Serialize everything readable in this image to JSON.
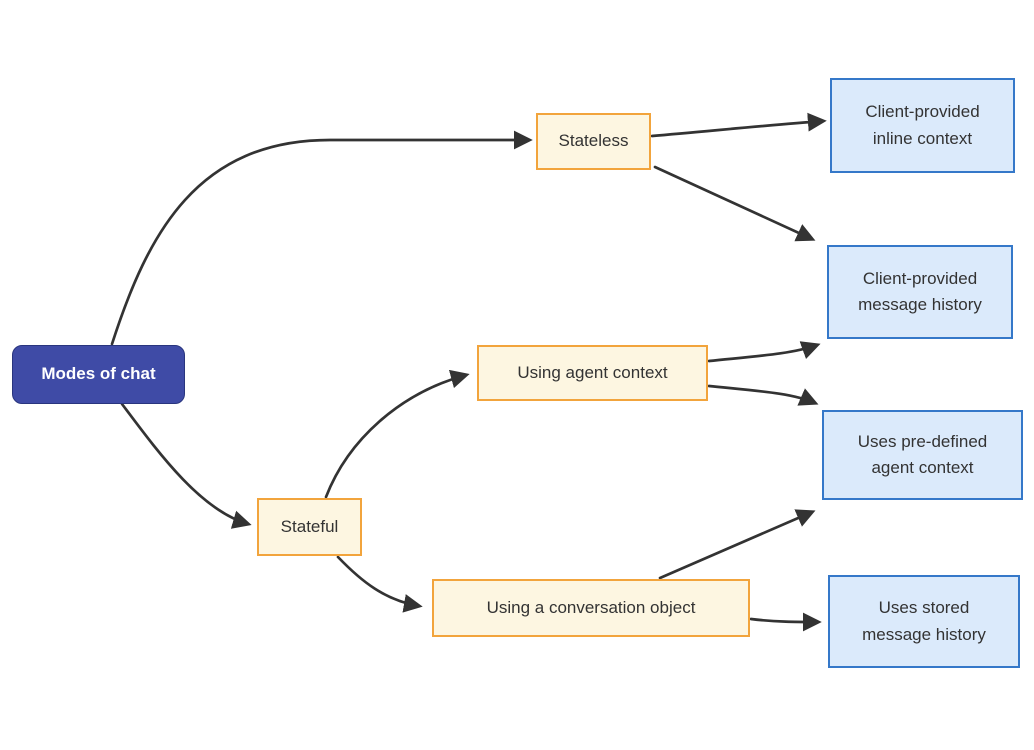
{
  "diagram": {
    "type": "flowchart",
    "direction": "left-to-right",
    "background_color": "#ffffff",
    "edge_color": "#333333",
    "colors": {
      "root_fill": "#3F4BA6",
      "root_border": "#29357E",
      "root_text": "#ffffff",
      "branch_fill": "#FDF6E1",
      "branch_border": "#F2A43C",
      "leaf_fill": "#DBEAFB",
      "leaf_border": "#3578C9",
      "node_text": "#333333"
    },
    "nodes": {
      "modes_of_chat": {
        "label": "Modes of chat",
        "kind": "root"
      },
      "stateless": {
        "label": "Stateless",
        "kind": "branch"
      },
      "stateful": {
        "label": "Stateful",
        "kind": "branch"
      },
      "using_agent_context": {
        "label": "Using agent context",
        "kind": "branch"
      },
      "using_conversation_object": {
        "label": "Using a conversation object",
        "kind": "branch"
      },
      "client_inline_context": {
        "label": "Client-provided\ninline context",
        "kind": "leaf"
      },
      "client_message_history": {
        "label": "Client-provided\nmessage history",
        "kind": "leaf"
      },
      "predefined_agent_context": {
        "label": "Uses pre-defined\nagent context",
        "kind": "leaf"
      },
      "stored_message_history": {
        "label": "Uses stored\nmessage history",
        "kind": "leaf"
      }
    },
    "edges": [
      {
        "from": "Modes of chat",
        "to": "Stateless"
      },
      {
        "from": "Modes of chat",
        "to": "Stateful"
      },
      {
        "from": "Stateless",
        "to": "Client-provided inline context"
      },
      {
        "from": "Stateless",
        "to": "Client-provided message history"
      },
      {
        "from": "Stateful",
        "to": "Using agent context"
      },
      {
        "from": "Stateful",
        "to": "Using a conversation object"
      },
      {
        "from": "Using agent context",
        "to": "Client-provided message history"
      },
      {
        "from": "Using agent context",
        "to": "Uses pre-defined agent context"
      },
      {
        "from": "Using a conversation object",
        "to": "Uses pre-defined agent context"
      },
      {
        "from": "Using a conversation object",
        "to": "Uses stored message history"
      }
    ]
  }
}
